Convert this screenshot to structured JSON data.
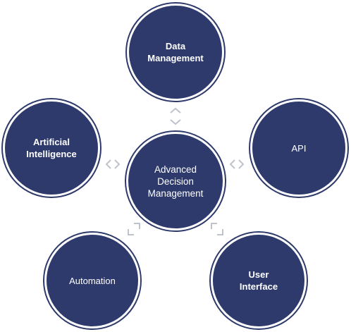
{
  "diagram": {
    "center": {
      "label": "Advanced\nDecision\nManagement"
    },
    "nodes": {
      "data_management": {
        "label": "Data\nManagement"
      },
      "artificial_intelligence": {
        "label": "Artificial\nIntelligence"
      },
      "api": {
        "label": "API"
      },
      "automation": {
        "label": "Automation"
      },
      "user_interface": {
        "label": "User\nInterface"
      }
    },
    "colors": {
      "circle_fill": "#2d3a6b",
      "connector": "#bfc3cc",
      "text": "#ffffff"
    }
  }
}
